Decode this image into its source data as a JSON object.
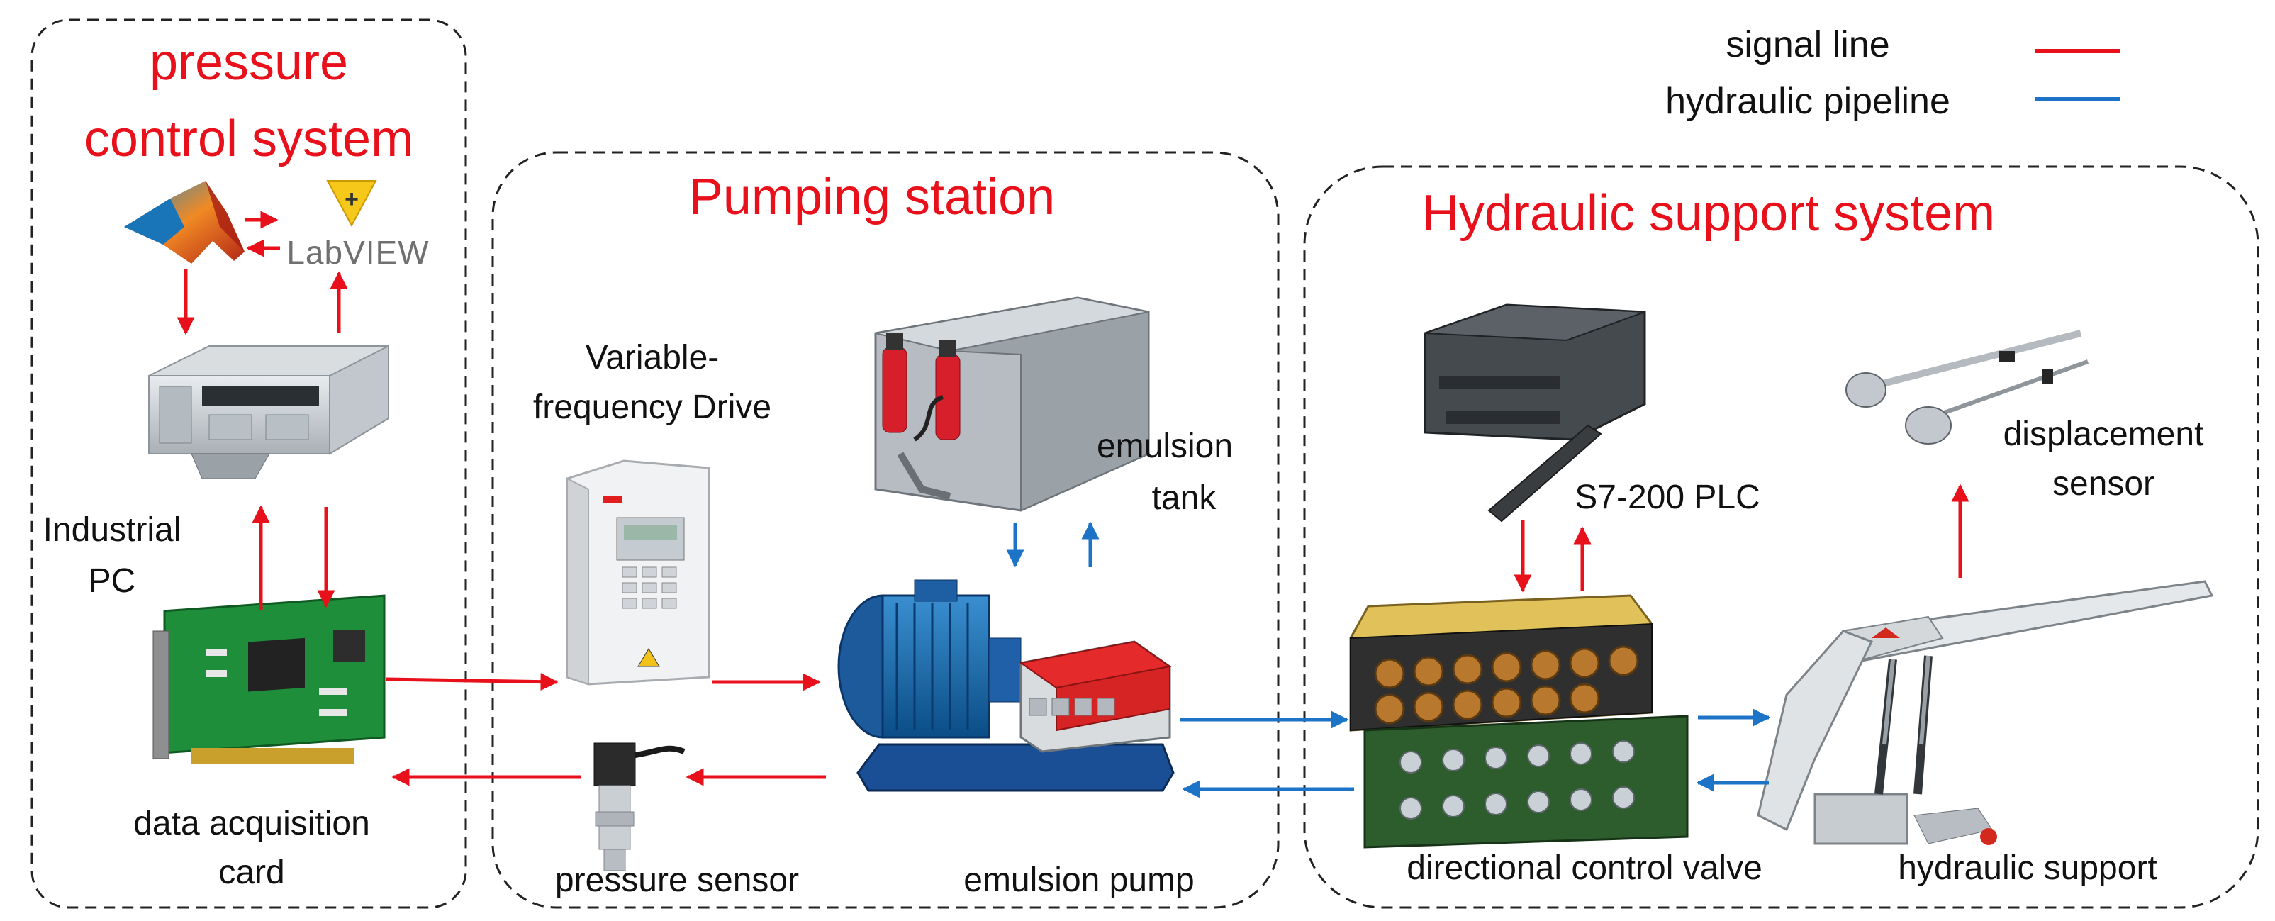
{
  "colors": {
    "signal_line": "#e8101a",
    "hydraulic_pipeline": "#1d73c6",
    "group_title": "#e8101a",
    "group_border": "#222222",
    "label_text": "#111111"
  },
  "legend": {
    "signal_label": "signal line",
    "hydraulic_label": "hydraulic pipeline"
  },
  "groups": {
    "pressure_control": {
      "title_line1": "pressure",
      "title_line2": "control system"
    },
    "pumping_station": {
      "title": "Pumping station"
    },
    "hydraulic_support_system": {
      "title": "Hydraulic support system"
    }
  },
  "apps": {
    "labview": "LabVIEW"
  },
  "components": {
    "industrial_pc": {
      "line1": "Industrial",
      "line2": "PC"
    },
    "daq_card": {
      "line1": "data acquisition",
      "line2": "card"
    },
    "vfd": {
      "line1": "Variable-",
      "line2": "frequency Drive"
    },
    "emulsion_tank": {
      "line1": "emulsion",
      "line2": "tank"
    },
    "emulsion_pump": {
      "label": "emulsion pump"
    },
    "pressure_sensor": {
      "label": "pressure sensor"
    },
    "plc": {
      "label": "S7-200 PLC"
    },
    "displacement_sensor": {
      "line1": "displacement",
      "line2": "sensor"
    },
    "directional_valve": {
      "label": "directional control valve"
    },
    "hydraulic_support": {
      "label": "hydraulic support"
    }
  }
}
